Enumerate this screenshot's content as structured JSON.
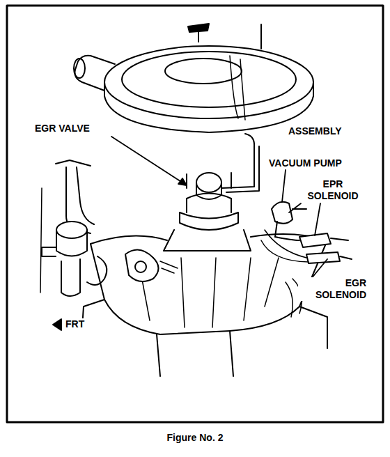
{
  "diagram": {
    "caption": "Figure No. 2",
    "labels": [
      "EGR VALVE",
      "ASSEMBLY",
      "VACUUM PUMP",
      "EPR SOLENOID",
      "EGR SOLENOID",
      "FRT"
    ]
  }
}
